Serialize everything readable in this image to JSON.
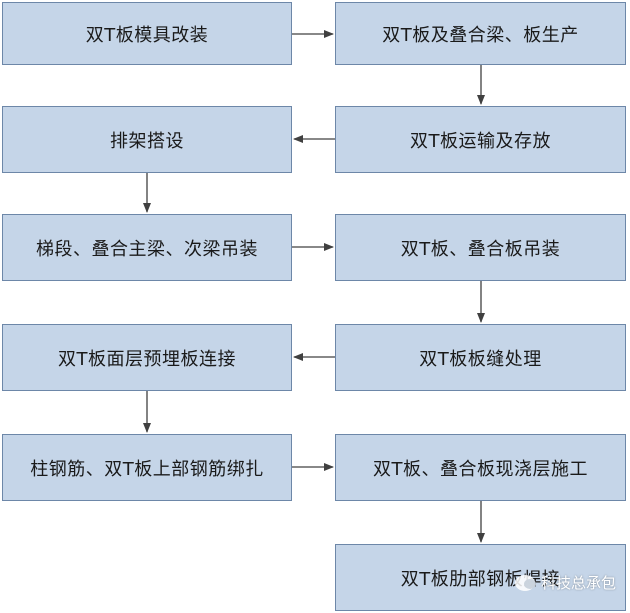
{
  "steps": [
    "双T板模具改装",
    "双T板及叠合梁、板生产",
    "双T板运输及存放",
    "排架搭设",
    "梯段、叠合主梁、次梁吊装",
    "双T板、叠合板吊装",
    "双T板板缝处理",
    "双T板面层预埋板连接",
    "柱钢筋、双T板上部钢筋绑扎",
    "双T板、叠合板现浇层施工",
    "双T板肋部钢板焊接"
  ],
  "watermark": {
    "text": "科技总承包"
  },
  "colors": {
    "box_fill": "#c5d5e8",
    "box_border": "#6d87a8",
    "arrow": "#404040"
  }
}
